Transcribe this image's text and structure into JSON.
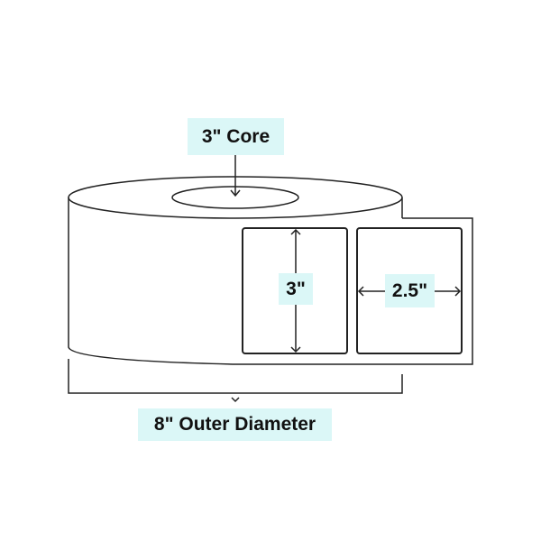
{
  "labels": {
    "core": "3\" Core",
    "label_height": "3\"",
    "label_width": "2.5\"",
    "outer_diameter": "8\" Outer Diameter"
  },
  "colors": {
    "label_bg": "#dbf7f7",
    "line": "#222222"
  }
}
